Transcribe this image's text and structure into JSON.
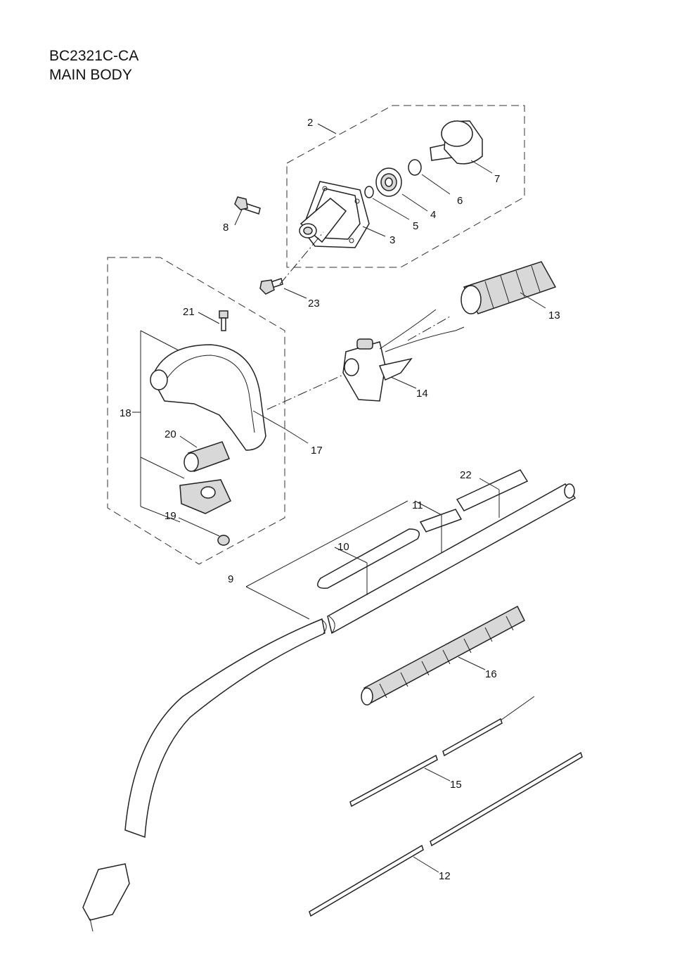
{
  "header": {
    "model": "BC2321C-CA",
    "section": "MAIN BODY"
  },
  "callouts": [
    {
      "id": "2",
      "text": "2"
    },
    {
      "id": "3",
      "text": "3"
    },
    {
      "id": "4",
      "text": "4"
    },
    {
      "id": "5",
      "text": "5"
    },
    {
      "id": "6",
      "text": "6"
    },
    {
      "id": "7",
      "text": "7"
    },
    {
      "id": "8",
      "text": "8"
    },
    {
      "id": "9",
      "text": "9"
    },
    {
      "id": "10",
      "text": "10"
    },
    {
      "id": "11",
      "text": "11"
    },
    {
      "id": "12",
      "text": "12"
    },
    {
      "id": "13",
      "text": "13"
    },
    {
      "id": "14",
      "text": "14"
    },
    {
      "id": "15",
      "text": "15"
    },
    {
      "id": "16",
      "text": "16"
    },
    {
      "id": "17",
      "text": "17"
    },
    {
      "id": "18",
      "text": "18"
    },
    {
      "id": "19",
      "text": "19"
    },
    {
      "id": "20",
      "text": "20"
    },
    {
      "id": "21",
      "text": "21"
    },
    {
      "id": "22",
      "text": "22"
    },
    {
      "id": "23",
      "text": "23"
    }
  ]
}
